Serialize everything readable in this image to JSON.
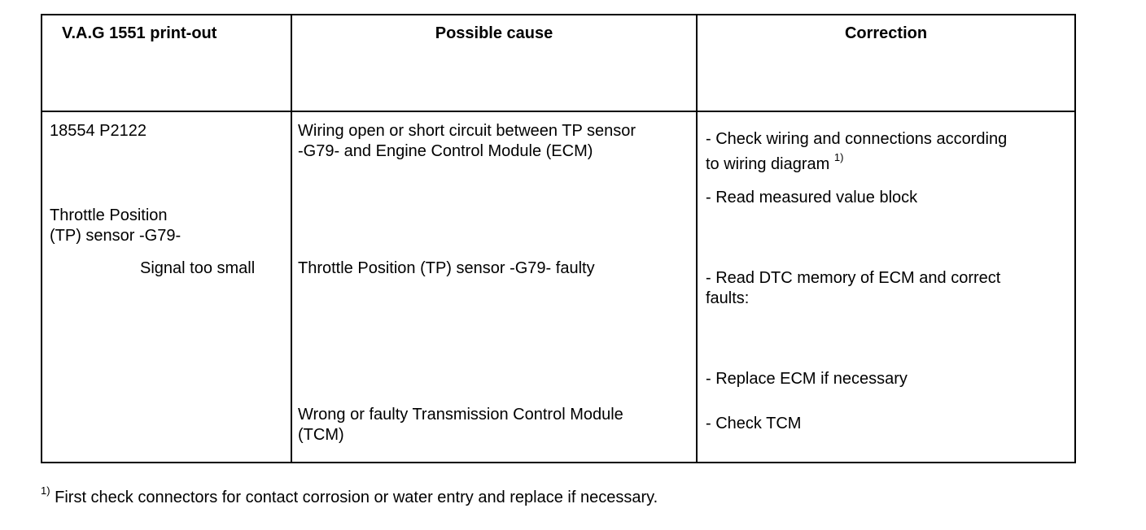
{
  "table": {
    "headers": {
      "col1": "V.A.G 1551 print-out",
      "col2": "Possible cause",
      "col3": "Correction"
    },
    "col1": {
      "dtc_code": "18554 P2122",
      "component_line1": "Throttle Position",
      "component_line2": "(TP) sensor -G79-",
      "signal": "Signal too small"
    },
    "col2": {
      "cause1_line1": "Wiring open or short circuit between TP sensor",
      "cause1_line2": "-G79- and Engine Control Module (ECM)",
      "cause2": "Throttle Position (TP) sensor -G79- faulty",
      "cause3_line1": "Wrong or faulty Transmission Control Module",
      "cause3_line2": "(TCM)"
    },
    "col3": {
      "corr1_line1": "- Check wiring and connections according",
      "corr1_line2": "to wiring diagram",
      "corr1_ref": "1)",
      "corr2": "- Read measured value block",
      "corr3_line1": "- Read DTC memory of ECM and correct",
      "corr3_line2": "faults:",
      "corr4": "- Replace ECM if necessary",
      "corr5": "- Check TCM"
    }
  },
  "footnote": {
    "marker": "1)",
    "text": "First check connectors for contact corrosion or water entry and replace if necessary."
  }
}
